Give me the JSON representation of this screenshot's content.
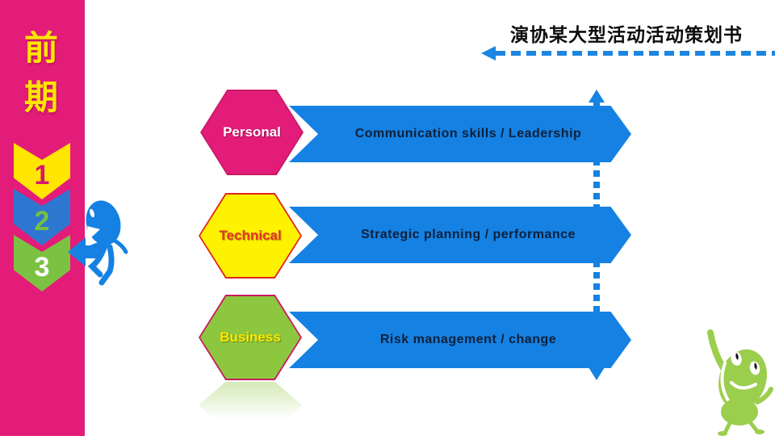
{
  "slide": {
    "title": "演协某大型活动活动策划书",
    "phase_label": "前 期"
  },
  "sidebar": {
    "steps": [
      {
        "number": "1"
      },
      {
        "number": "2"
      },
      {
        "number": "3"
      }
    ]
  },
  "diagram": {
    "rows": [
      {
        "hex": "Personal",
        "banner": "Communication skills  /  Leadership"
      },
      {
        "hex": "Technical",
        "banner": "Strategic planning / performance"
      },
      {
        "hex": "Business",
        "banner": "Risk management / change"
      }
    ]
  },
  "icons": {
    "dashed_arrow": "dashed-arrow-left-icon",
    "vertical_connector": "vertical-dotted-connector",
    "runner": "blue-runner-mascot-icon",
    "greeter": "green-waving-mascot-icon"
  },
  "colors": {
    "magenta": "#E31C79",
    "yellow": "#FFE600",
    "banner_blue": "#1581E2",
    "chevron_blue": "#2E77D0",
    "green": "#8DC63F",
    "banner_text": "#10203A",
    "title_text": "#0d0d0d"
  }
}
